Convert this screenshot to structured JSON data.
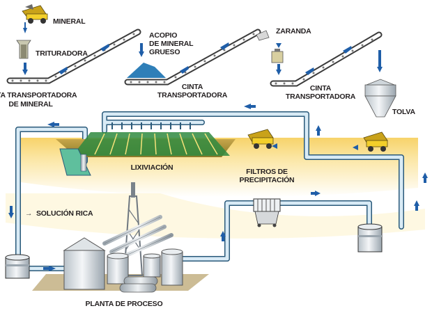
{
  "labels": {
    "mineral": "MINERAL",
    "trituradora": "TRITURADORA",
    "cinta_mineral_1": "CINTA TRANSPORTADORA",
    "cinta_mineral_2": "DE MINERAL",
    "acopio_1": "ACOPIO",
    "acopio_2": "DE MINERAL",
    "acopio_3": "GRUESO",
    "cinta_2_1": "CINTA",
    "cinta_2_2": "TRANSPORTADORA",
    "zaranda": "ZARANDA",
    "cinta_3_1": "CINTA",
    "cinta_3_2": "TRANSPORTADORA",
    "tolva": "TOLVA",
    "lixiviacion": "LIXIVIACIÓN",
    "filtros_1": "FILTROS DE",
    "filtros_2": "PRECIPITACIÓN",
    "solucion_rica": "SOLUCIÓN RICA",
    "solucion_arrow": "→",
    "planta": "PLANTA DE PROCESO"
  },
  "colors": {
    "pipe": "#d4e7f3",
    "pipe_edge": "#2a5a7a",
    "arrow": "#1f5ea8",
    "ground": "#fbe7a6",
    "truck": "#f3cf2a"
  }
}
